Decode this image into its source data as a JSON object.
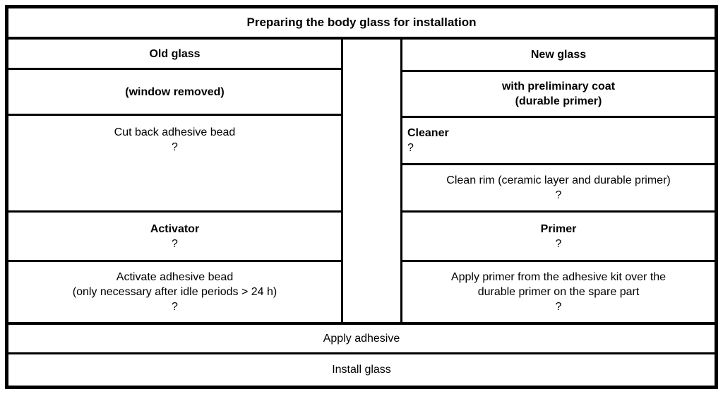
{
  "title": "Preparing the body glass for installation",
  "left_column": {
    "header": "Old glass",
    "window_removed": "(window removed)",
    "cut_back": {
      "text": "Cut back adhesive bead",
      "mark": "?"
    },
    "activator": {
      "label": "Activator",
      "mark": "?"
    },
    "activate": {
      "line1": "Activate adhesive bead",
      "line2": "(only necessary after idle periods > 24 h)",
      "mark": "?"
    }
  },
  "right_column": {
    "header": "New glass",
    "preliminary_coat": {
      "line1": "with preliminary coat",
      "line2": "(durable primer)"
    },
    "cleaner": {
      "label": "Cleaner",
      "mark": "?"
    },
    "clean_rim": {
      "text": "Clean rim (ceramic layer and durable primer)",
      "mark": "?"
    },
    "primer": {
      "label": "Primer",
      "mark": "?"
    },
    "apply_primer": {
      "line1": "Apply primer from the adhesive kit over the",
      "line2": "durable primer on the spare part",
      "mark": "?"
    }
  },
  "footer": {
    "apply_adhesive": "Apply adhesive",
    "install_glass": "Install glass"
  },
  "colors": {
    "background": "#ffffff",
    "border": "#000000",
    "text": "#000000"
  }
}
